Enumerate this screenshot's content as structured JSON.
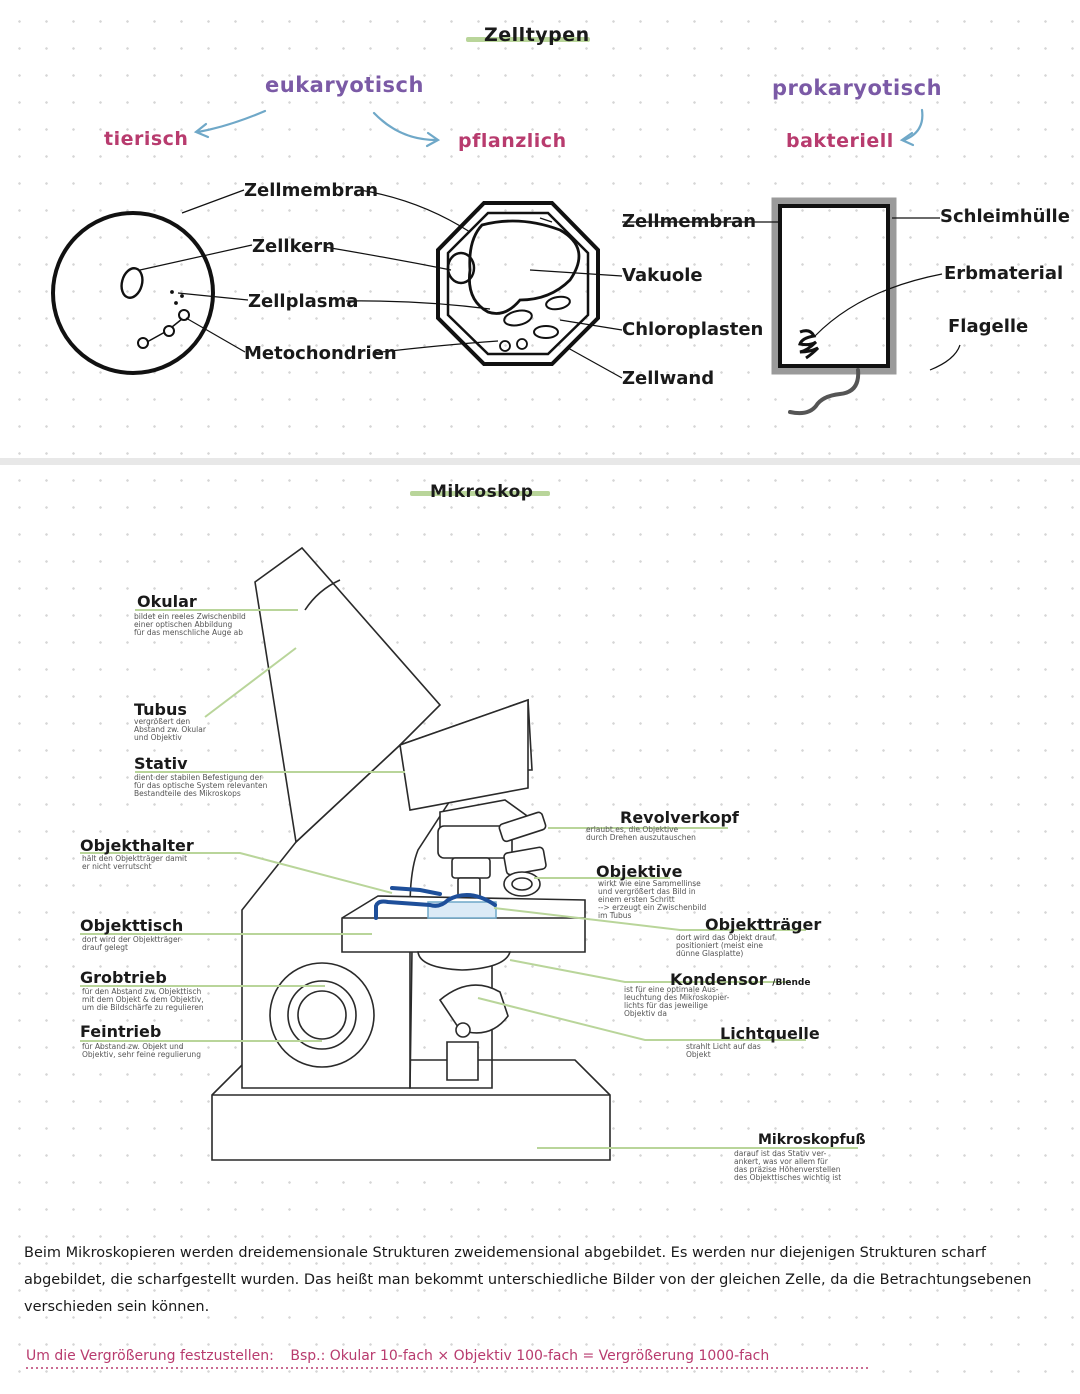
{
  "cell_types": {
    "title": "Zelltypen",
    "eukaryotic": "eukaryotisch",
    "prokaryotic": "prokaryotisch",
    "animal": "tierisch",
    "plant": "pflanzlich",
    "bacterial": "bakteriell",
    "animal_labels": {
      "membrane": "Zellmembran",
      "nucleus": "Zellkern",
      "plasma": "Zellplasma",
      "mito": "Metochondrien"
    },
    "plant_labels": {
      "membrane": "Zellmembran",
      "vacuole": "Vakuole",
      "chloroplast": "Chloroplasten",
      "wall": "Zellwand"
    },
    "bacteria_labels": {
      "slime": "Schleimhülle",
      "genetic": "Erbmaterial",
      "flagella": "Flagelle"
    }
  },
  "microscope": {
    "title": "Mikroskop",
    "parts": [
      {
        "id": "okular",
        "label": "Okular",
        "desc": "bildet ein reeles Zwischenbild\neiner optischen Abbildung\nfür das menschliche Auge ab"
      },
      {
        "id": "tubus",
        "label": "Tubus",
        "desc": "vergrößert den\nAbstand zw. Okular\nund Objektiv"
      },
      {
        "id": "stativ",
        "label": "Stativ",
        "desc": "dient der stabilen Befestigung der\nfür das optische System relevanten\nBestandteile des Mikroskops"
      },
      {
        "id": "objekthalter",
        "label": "Objekthalter",
        "desc": "hält den Objektträger damit\ner nicht verrutscht"
      },
      {
        "id": "objekttisch",
        "label": "Objekttisch",
        "desc": "dort wird der Objektträger\ndrauf gelegt"
      },
      {
        "id": "grobtrieb",
        "label": "Grobtrieb",
        "desc": "für den Abstand zw. Objekttisch\nmit dem Objekt & dem Objektiv,\num die Bildschärfe zu regulieren"
      },
      {
        "id": "feintrieb",
        "label": "Feintrieb",
        "desc": "für Abstand zw. Objekt und\nObjektiv, sehr feine regulierung"
      },
      {
        "id": "revolverkopf",
        "label": "Revolverkopf",
        "desc": "erlaubt es, die Objektive\ndurch Drehen auszutauschen"
      },
      {
        "id": "objektive",
        "label": "Objektive",
        "desc": "wirkt wie eine Sammellinse\nund vergrößert das Bild in\neinem ersten Schritt\n--> erzeugt ein Zwischenbild\nim Tubus"
      },
      {
        "id": "objekttraeger",
        "label": "Objektträger",
        "desc": "dort wird das Objekt drauf\npositioniert (meist eine\ndünne Glasplatte)"
      },
      {
        "id": "kondensor",
        "label": "Kondensor",
        "suffix": "/Blende",
        "desc": "ist für eine optimale Aus-\nleuchtung des Mikroskopier-\nlichts für das jeweilige\nObjektiv da"
      },
      {
        "id": "lichtquelle",
        "label": "Lichtquelle",
        "desc": "strahlt Licht auf das\nObjekt"
      },
      {
        "id": "fuss",
        "label": "Mikroskopfuß",
        "desc": "darauf ist das Stativ ver-\nankert, was vor allem für\ndas präzise Höhenverstellen\ndes Objekttisches wichtig ist"
      }
    ]
  },
  "paragraph": "Beim Mikroskopieren werden dreidemensionale Strukturen zweidemensional abgebildet. Es werden nur diejenigen Strukturen scharf abgebildet, die scharfgestellt wurden. Das heißt man bekommt unterschiedliche Bilder von der gleichen Zelle, da die Betrachtungsebenen verschieden sein können.",
  "magnification": {
    "intro": "Um die Vergrößerung festzustellen:",
    "example": "Bsp.: Okular 10-fach × Objektiv 100-fach = Vergrößerung 1000-fach"
  },
  "colors": {
    "pink": "#b83b6e",
    "purple": "#7b5aa6",
    "green_highlight": "#b9d59a",
    "blue_arrow": "#6fa8c8",
    "slide_blue": "#2a5a9a"
  }
}
